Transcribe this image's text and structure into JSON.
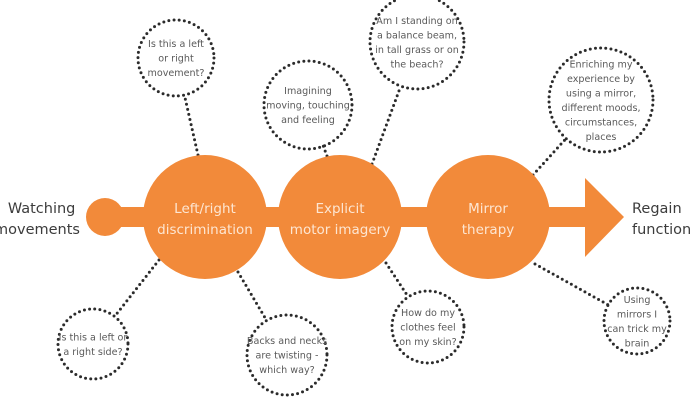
{
  "colors": {
    "accent": "#f28a3a",
    "dots": "#2b2b2b",
    "label_text": "#3c3c3c",
    "bubble_text": "#5a5a5a",
    "stage_text": "#fde6d2"
  },
  "start_label": [
    "Watching",
    "movements"
  ],
  "end_label": [
    "Regain",
    "function"
  ],
  "stages": [
    {
      "id": "left-right-discrimination",
      "lines": [
        "Left/right",
        "discrimination"
      ]
    },
    {
      "id": "explicit-motor-imagery",
      "lines": [
        "Explicit",
        "motor imagery"
      ]
    },
    {
      "id": "mirror-therapy",
      "lines": [
        "Mirror",
        "therapy"
      ]
    }
  ],
  "bubbles": [
    {
      "stage": "left-right-discrimination",
      "position": "top",
      "lines": [
        "Is this a left",
        "or right",
        "movement?"
      ]
    },
    {
      "stage": "left-right-discrimination",
      "position": "bottom-left",
      "lines": [
        "Is this a left or",
        "a right side?"
      ]
    },
    {
      "stage": "left-right-discrimination",
      "position": "bottom-right",
      "lines": [
        "Backs and necks",
        "are twisting -",
        "which way?"
      ]
    },
    {
      "stage": "explicit-motor-imagery",
      "position": "top-left",
      "lines": [
        "Imagining",
        "moving, touching",
        "and feeling"
      ]
    },
    {
      "stage": "explicit-motor-imagery",
      "position": "top-right",
      "lines": [
        "Am I standing on",
        "a balance beam,",
        "in tall grass or on",
        "the beach?"
      ]
    },
    {
      "stage": "explicit-motor-imagery",
      "position": "bottom",
      "lines": [
        "How do my",
        "clothes feel",
        "on my skin?"
      ]
    },
    {
      "stage": "mirror-therapy",
      "position": "top-right",
      "lines": [
        "Enriching my",
        "experience by",
        "using a mirror,",
        "different moods,",
        "circumstances,",
        "places"
      ]
    },
    {
      "stage": "mirror-therapy",
      "position": "bottom-right",
      "lines": [
        "Using",
        "mirrors I",
        "can trick my",
        "brain"
      ]
    }
  ]
}
